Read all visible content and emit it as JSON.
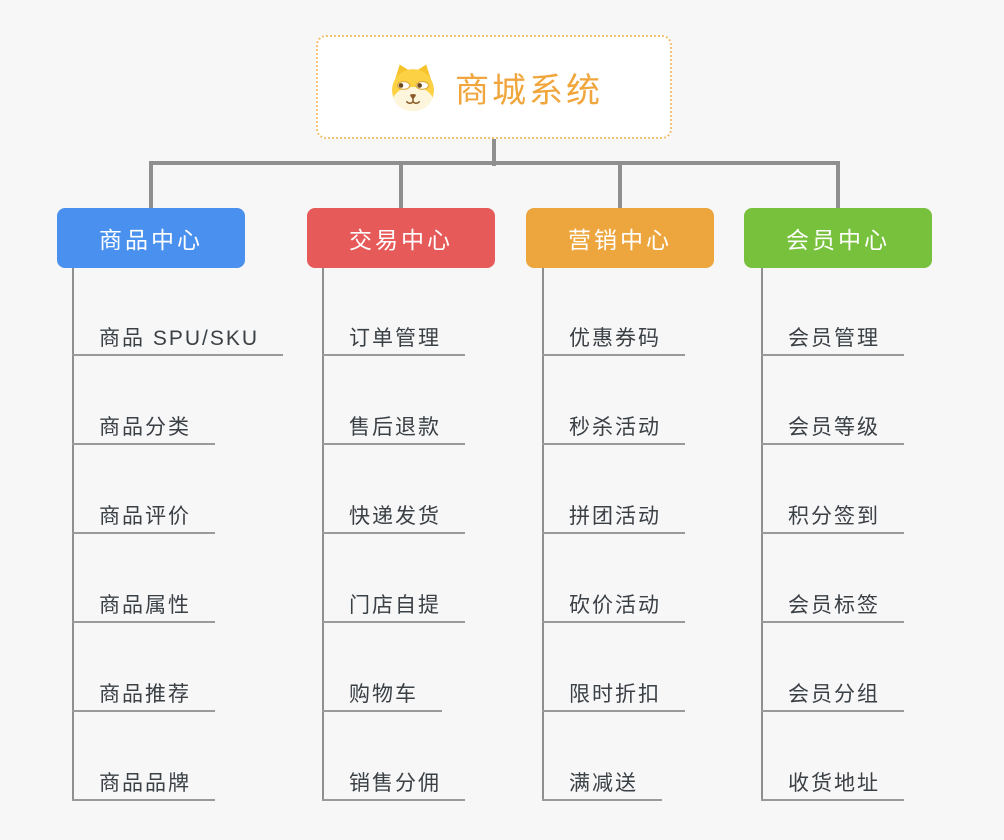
{
  "root": {
    "title": "商城系统",
    "icon": "doge-icon",
    "text_color": "#f0a63c",
    "border_color": "#f2c272",
    "bg": "#ffffff"
  },
  "connector_color": "#8f8f8f",
  "underline_color": "#9a9a9a",
  "child_text_color": "#3b4045",
  "canvas_bg": "#f7f7f8",
  "branches": [
    {
      "label": "商品中心",
      "color": "#4a90ee",
      "children": [
        "商品 SPU/SKU",
        "商品分类",
        "商品评价",
        "商品属性",
        "商品推荐",
        "商品品牌"
      ]
    },
    {
      "label": "交易中心",
      "color": "#e75a5a",
      "children": [
        "订单管理",
        "售后退款",
        "快递发货",
        "门店自提",
        "购物车",
        "销售分佣"
      ]
    },
    {
      "label": "营销中心",
      "color": "#eda63e",
      "children": [
        "优惠券码",
        "秒杀活动",
        "拼团活动",
        "砍价活动",
        "限时折扣",
        "满减送"
      ]
    },
    {
      "label": "会员中心",
      "color": "#77c13c",
      "children": [
        "会员管理",
        "会员等级",
        "积分签到",
        "会员标签",
        "会员分组",
        "收货地址"
      ]
    }
  ]
}
